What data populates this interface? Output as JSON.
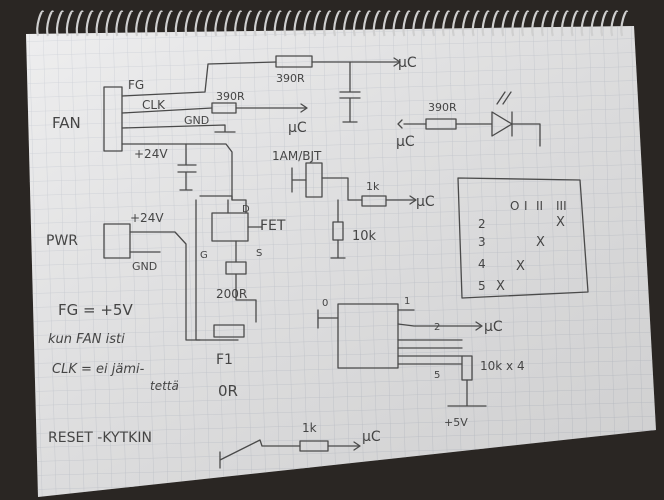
{
  "labels": {
    "fan": "FAN",
    "fg": "FG",
    "clk": "CLK",
    "gnd_fan": "GND",
    "plus24_fan": "+24V",
    "r390_top": "390R",
    "uc_top": "µC",
    "r390_clk": "390R",
    "uc_clk": "µC",
    "r390_led": "390R",
    "uc_led": "µC",
    "fet_part": "1AM/BJT",
    "fet": "FET",
    "d": "D",
    "g": "G",
    "s": "S",
    "r1k_fet": "1k",
    "uc_fet": "µC",
    "r10k_fet": "10k",
    "r200": "200R",
    "pwr": "PWR",
    "plus24_pwr": "+24V",
    "gnd_pwr": "GND",
    "fg_note": "FG = +5V",
    "fan_note": "kun FAN isti",
    "clk_note": "CLK = ei jämi-",
    "clk_note2": "tettä",
    "f1": "F1",
    "f1_val": "0R",
    "switch_pin0": "0",
    "switch_pin1": "1",
    "switch_pin2": "2",
    "switch_pin5": "5",
    "uc_switch": "µC",
    "r10k_x4": "10k x 4",
    "plus5v": "+5V",
    "reset": "RESET -KYTKIN",
    "r1k_reset": "1k",
    "uc_reset": "µC"
  },
  "table": {
    "headers": [
      "O",
      "I",
      "II",
      "III"
    ],
    "rows": [
      {
        "label": "2",
        "marks": [
          "",
          "",
          "",
          "X"
        ]
      },
      {
        "label": "3",
        "marks": [
          "",
          "",
          "X",
          ""
        ]
      },
      {
        "label": "4",
        "marks": [
          "",
          "X",
          "",
          ""
        ]
      },
      {
        "label": "5",
        "marks": [
          "X",
          "",
          "",
          ""
        ]
      }
    ]
  },
  "colors": {
    "paper": "#ebebec",
    "grid": "#c9cdd5",
    "pencil": "#4a4a4a",
    "background": "#2a2623",
    "spiral": "#cfcfcf"
  }
}
